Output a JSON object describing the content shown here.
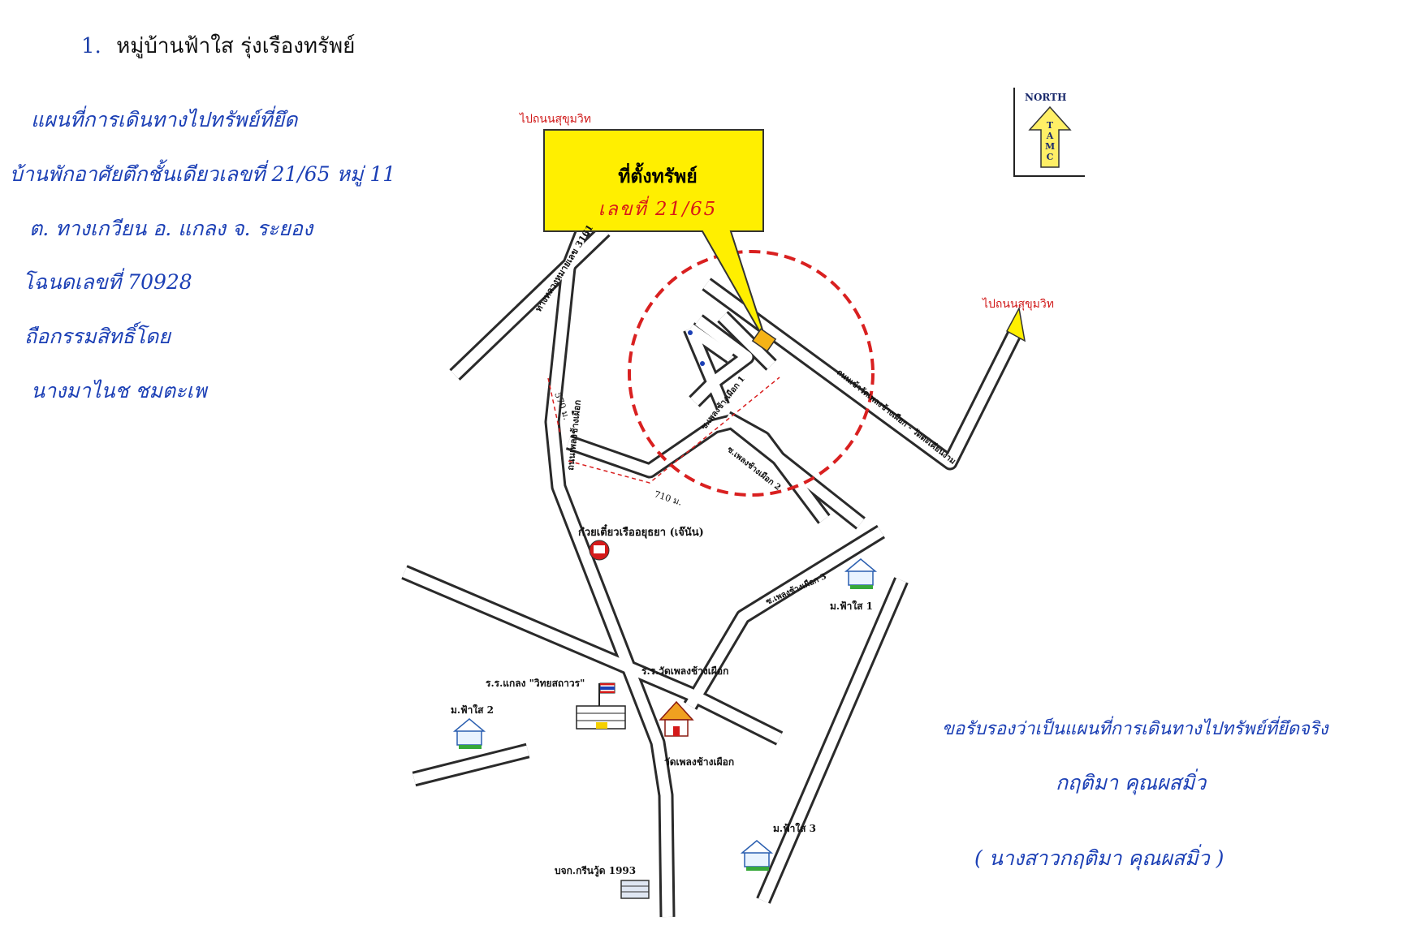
{
  "header": {
    "number": "1.",
    "title": "หมู่บ้านฟ้าใส รุ่งเรืองทรัพย์"
  },
  "handwritten_notes": [
    "แผนที่การเดินทางไปทรัพย์ที่ยึด",
    "บ้านพักอาศัยตึกชั้นเดียวเลขที่ 21/65 หมู่ 11",
    "ต. ทางเกวียน อ. แกลง จ. ระยอง",
    "โฉนดเลขที่ 70928",
    "ถือกรรมสิทธิ์โดย",
    "นางมาไนช ชมตะเพ"
  ],
  "certification": {
    "line1": "ขอรับรองว่าเป็นแผนที่การเดินทางไปทรัพย์ที่ยึดจริง",
    "signature": "กฤติมา คุณผสมิ่ว",
    "name": "( นางสาวกฤติมา คุณผสมิ่ว )"
  },
  "callout": {
    "title": "ที่ตั้งทรัพย์",
    "subtitle": "เลขที่ 21/65"
  },
  "compass": {
    "label": "NORTH",
    "letters": [
      "T",
      "A",
      "M",
      "C"
    ]
  },
  "map": {
    "to_sukhumvit_top": "ไปถนนสุขุมวิท",
    "to_sukhumvit_right": "ไปถนนสุขุมวิท",
    "road_highway_3161": "ทางหลวงหมายเลข 3161",
    "road_phlong_chang_phueak": "ถนนเพลงช้างเผือก",
    "dist_570": "570 ม.",
    "dist_710": "710 ม.",
    "soi_phlong_1": "ซ.เพลงช้างเผือก 1",
    "soi_phlong_2": "ซ.เพลงช้างเผือก 2",
    "soi_phlong_3": "ซ.เพลงช้างเผือก 3",
    "road_to_wat": "ถนนเข้าวัดเพลงช้างเผือก - วัดตะเคียนงาม",
    "noodle_shop": "ก๋วยเตี๋ยวเรืออยุธยา (เจ๊นัน)",
    "school_klaeng": "ร.ร.แกลง \"วิทยสถาวร\"",
    "school_wat": "ร.ร.วัดเพลงช้างเผือก",
    "temple": "วัดเพลงช้างเผือก",
    "village_1": "ม.ฟ้าใส 1",
    "village_2": "ม.ฟ้าใส 2",
    "village_3": "ม.ฟ้าใส 3",
    "company": "บจก.กรีนวู้ด 1993"
  },
  "colors": {
    "road_fill": "#ffffff",
    "road_edge": "#2a2a2a",
    "ink_blue": "#1b3fb5",
    "callout_yellow": "#ffef00",
    "circle_red": "#d92020",
    "property_orange": "#f5b316"
  }
}
